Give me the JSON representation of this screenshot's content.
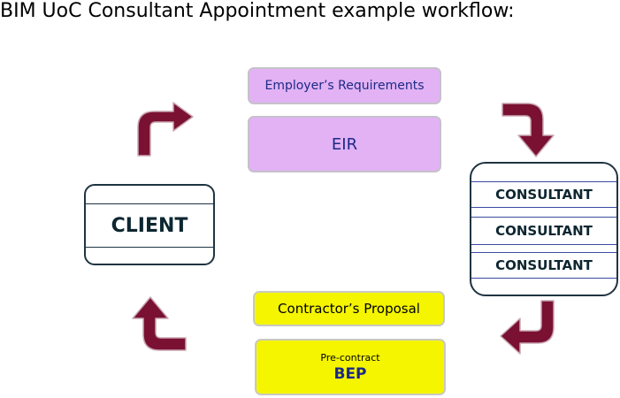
{
  "title": "BIM UoC Consultant Appointment example workflow:",
  "employer_requirements": {
    "label": "Employer’s Requirements",
    "abbr": "EIR"
  },
  "client": {
    "label": "CLIENT"
  },
  "consultants": [
    {
      "label": "CONSULTANT"
    },
    {
      "label": "CONSULTANT"
    },
    {
      "label": "CONSULTANT"
    }
  ],
  "contractor_proposal": {
    "label": "Contractor’s Proposal"
  },
  "bep": {
    "small": "Pre-contract",
    "big": "BEP"
  },
  "colors": {
    "arrow": "#7a1132",
    "lavender": "#e2b2f4",
    "yellow": "#f5f500",
    "navy_text": "#1c2a86",
    "outline": "#1f3442"
  },
  "arrows": [
    {
      "name": "client-to-eir-arrow",
      "direction": "up-then-right"
    },
    {
      "name": "eir-to-consultant-arrow",
      "direction": "right-then-down"
    },
    {
      "name": "consultant-to-bep-arrow",
      "direction": "down-then-left"
    },
    {
      "name": "bep-to-client-arrow",
      "direction": "left-then-up"
    }
  ]
}
